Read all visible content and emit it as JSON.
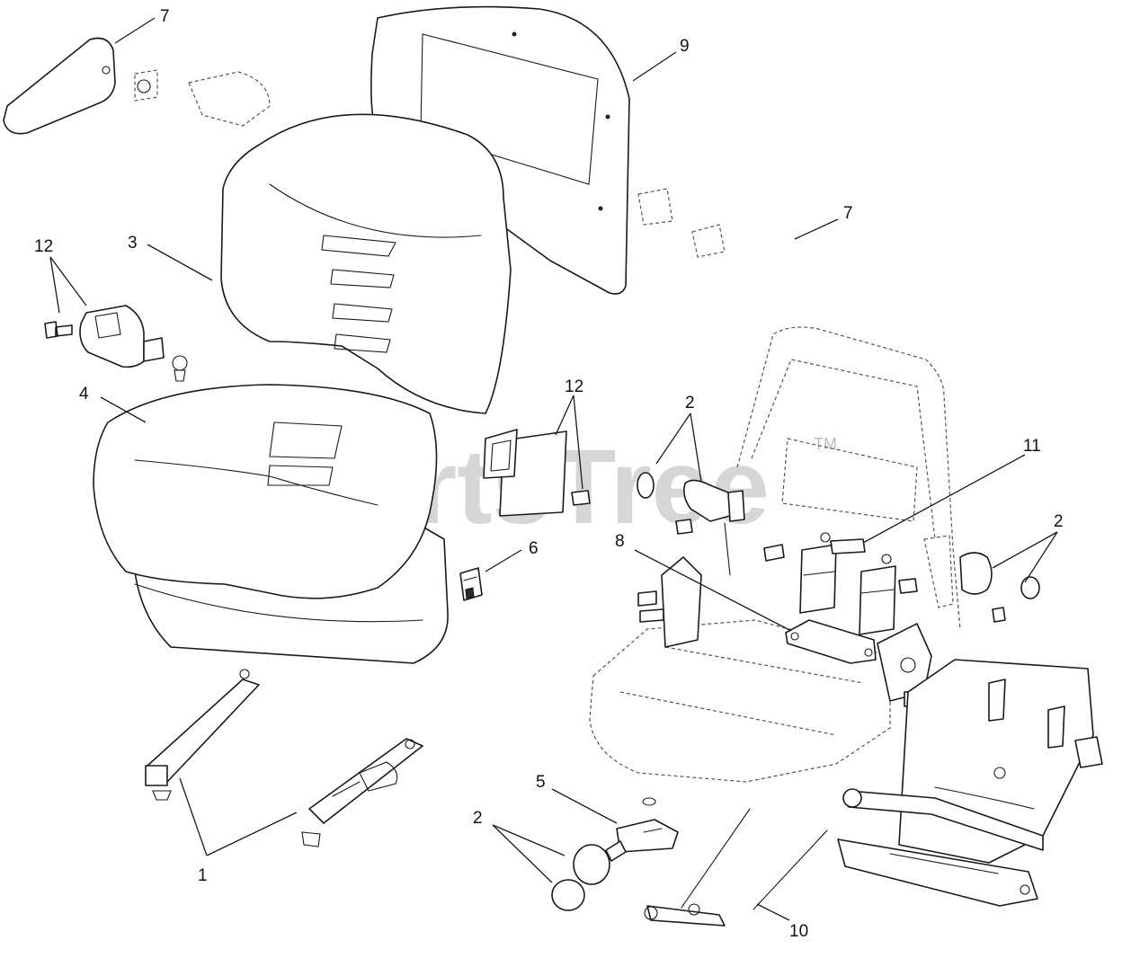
{
  "watermark": {
    "text": "PartsTree",
    "trademark": "TM"
  },
  "callouts": {
    "c1": "1",
    "c2a": "2",
    "c2b": "2",
    "c2c": "2",
    "c3": "3",
    "c4": "4",
    "c5": "5",
    "c6": "6",
    "c7a": "7",
    "c7b": "7",
    "c8": "8",
    "c9": "9",
    "c10": "10",
    "c11": "11",
    "c12a": "12",
    "c12b": "12"
  }
}
